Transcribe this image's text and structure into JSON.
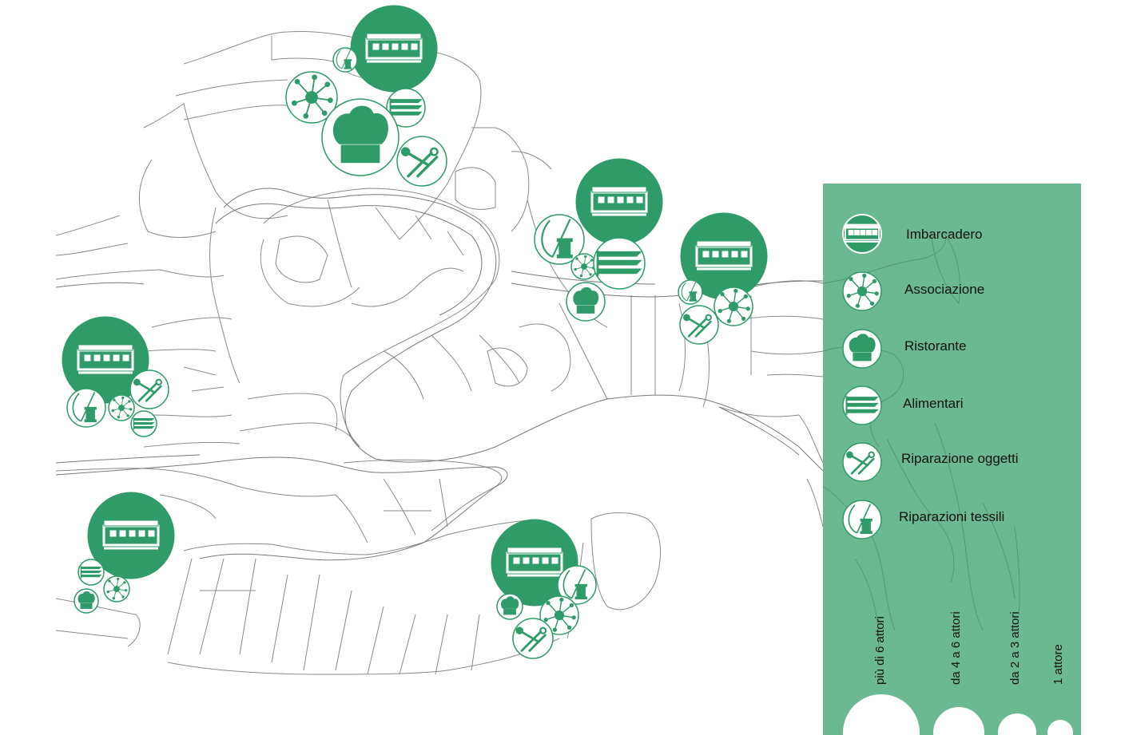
{
  "legend": {
    "categories": [
      {
        "key": "imbarcadero",
        "label": "Imbarcadero",
        "icon": "boat-stop-icon"
      },
      {
        "key": "associazione",
        "label": "Associazione",
        "icon": "network-icon"
      },
      {
        "key": "ristorante",
        "label": "Ristorante",
        "icon": "chef-hat-icon"
      },
      {
        "key": "alimentari",
        "label": "Alimentari",
        "icon": "shelves-icon"
      },
      {
        "key": "riparazione_oggetti",
        "label": "Riparazione oggetti",
        "icon": "tools-icon"
      },
      {
        "key": "riparazioni_tessili",
        "label": "Riparazioni tessili",
        "icon": "needle-thread-icon"
      }
    ],
    "sizes": [
      {
        "label": "più di 6 attori"
      },
      {
        "label": "da 4 a 6 attori"
      },
      {
        "label": "da 2 a 3 attori"
      },
      {
        "label": "1 attore"
      }
    ]
  },
  "colors": {
    "accent": "#2e9b68",
    "panel": "#6bb993",
    "line": "#8a8a8a"
  }
}
